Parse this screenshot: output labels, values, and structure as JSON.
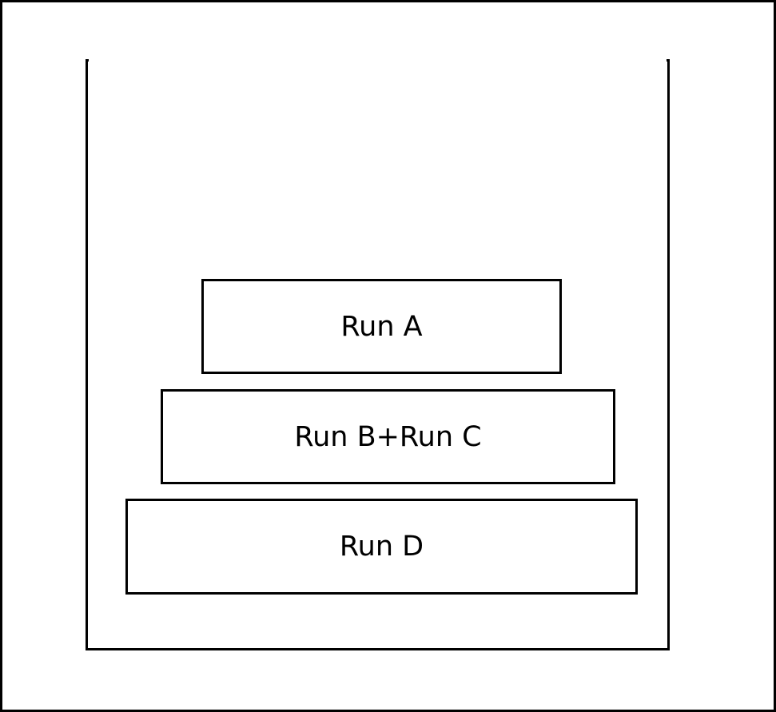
{
  "diagram": {
    "stack": [
      {
        "id": "run-a",
        "label": "Run A",
        "level": 3
      },
      {
        "id": "run-bc",
        "label": "Run B+Run C",
        "level": 2
      },
      {
        "id": "run-d",
        "label": "Run D",
        "level": 1
      }
    ],
    "colors": {
      "stroke": "#000000",
      "background": "#ffffff"
    }
  }
}
